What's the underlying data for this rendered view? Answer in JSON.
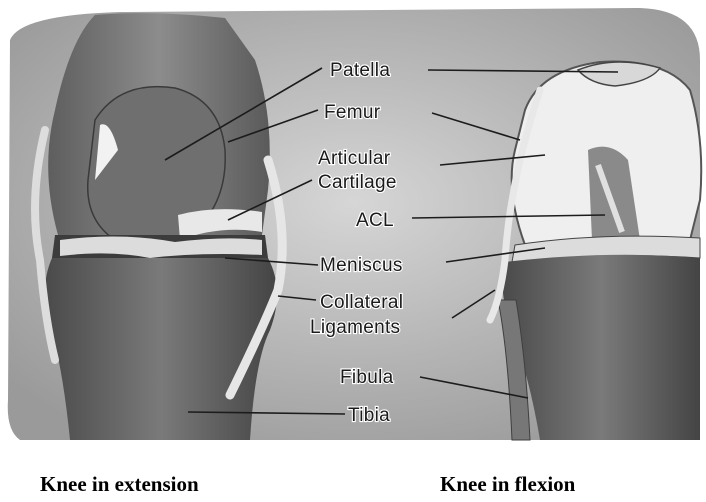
{
  "labels": {
    "patella": "Patella",
    "femur": "Femur",
    "articular_line1": "Articular",
    "articular_line2": "Cartilage",
    "acl": "ACL",
    "meniscus": "Meniscus",
    "collateral_line1": "Collateral",
    "collateral_line2": "Ligaments",
    "fibula": "Fibula",
    "tibia": "Tibia"
  },
  "captions": {
    "left": "Knee in extension",
    "right": "Knee in flexion"
  }
}
